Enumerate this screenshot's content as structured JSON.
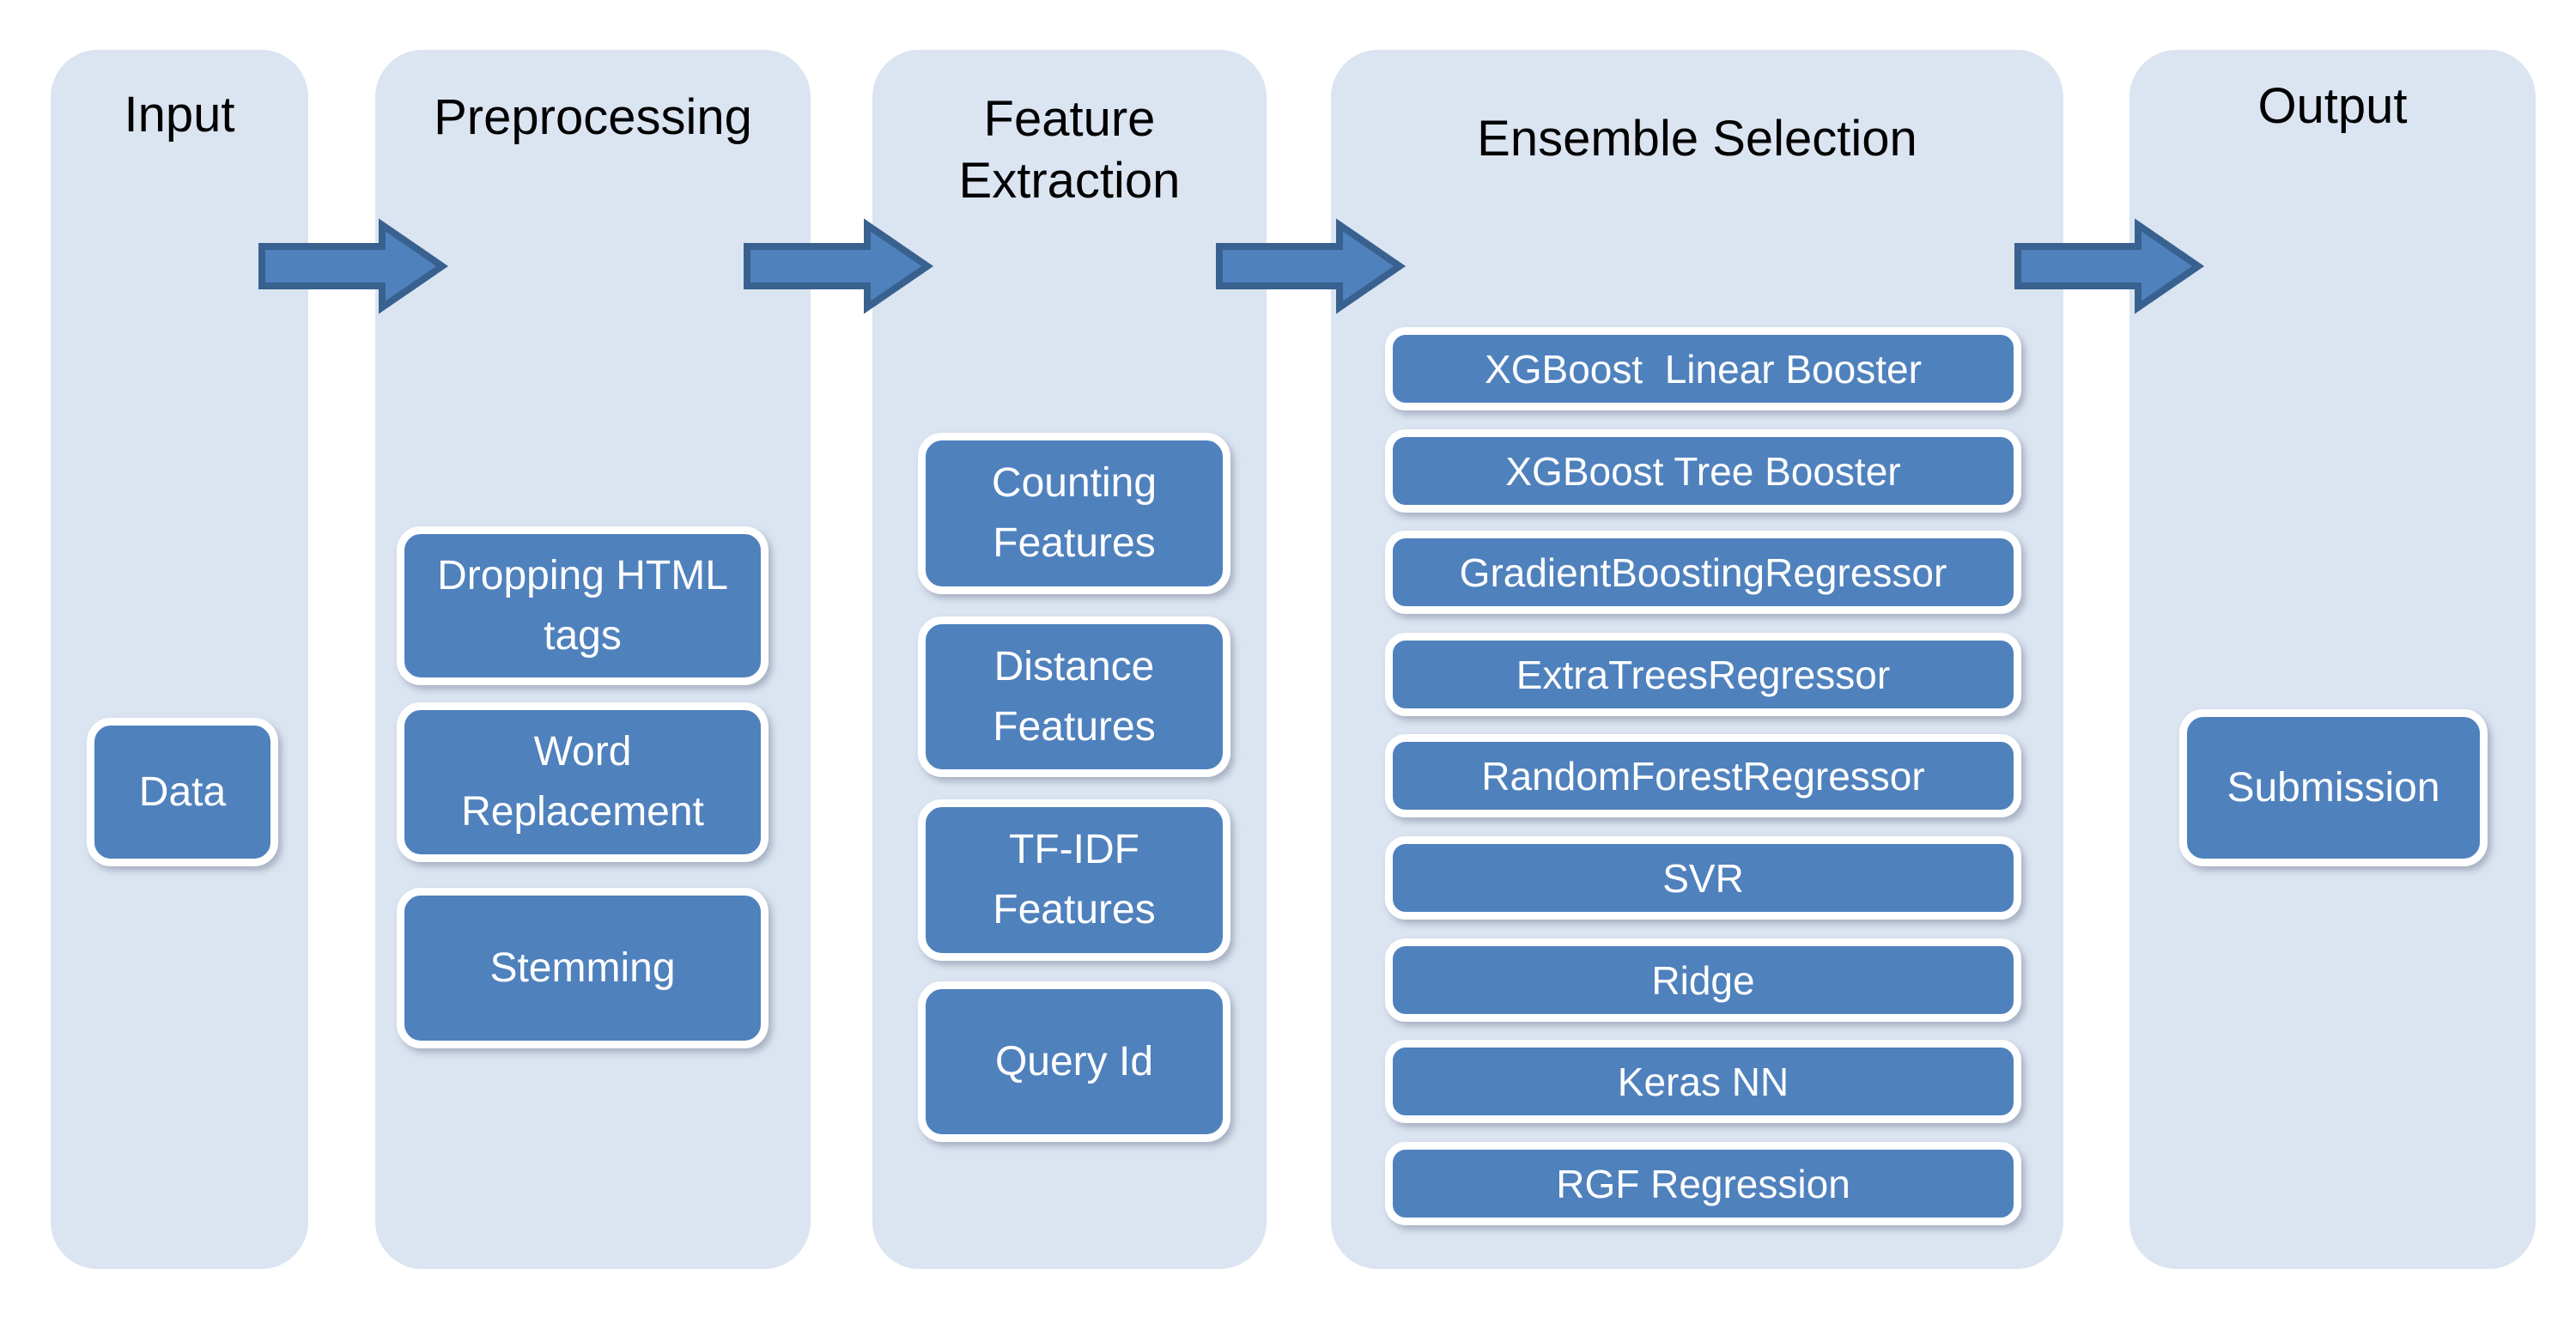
{
  "diagram": {
    "columns": [
      {
        "id": "input",
        "title": "Input",
        "items": [
          "Data"
        ]
      },
      {
        "id": "preprocessing",
        "title": "Preprocessing",
        "items": [
          "Dropping HTML tags",
          "Word Replacement",
          "Stemming"
        ]
      },
      {
        "id": "feature-extraction",
        "title": "Feature Extraction",
        "items": [
          "Counting Features",
          "Distance Features",
          "TF-IDF Features",
          "Query Id"
        ]
      },
      {
        "id": "ensemble-selection",
        "title": "Ensemble Selection",
        "items": [
          "XGBoost  Linear Booster",
          "XGBoost Tree Booster",
          "GradientBoostingRegressor",
          "ExtraTreesRegressor",
          "RandomForestRegressor",
          "SVR",
          "Ridge",
          "Keras NN",
          "RGF Regression"
        ]
      },
      {
        "id": "output",
        "title": "Output",
        "items": [
          "Submission"
        ]
      }
    ],
    "colors": {
      "panel_background": "#dbe4f1",
      "node_fill": "#4f81bd",
      "node_border": "#ffffff",
      "node_text": "#ffffff",
      "arrow_fill": "#4f81bd",
      "arrow_stroke": "#38618f",
      "title_text": "#000000",
      "page_background": "#ffffff"
    }
  }
}
